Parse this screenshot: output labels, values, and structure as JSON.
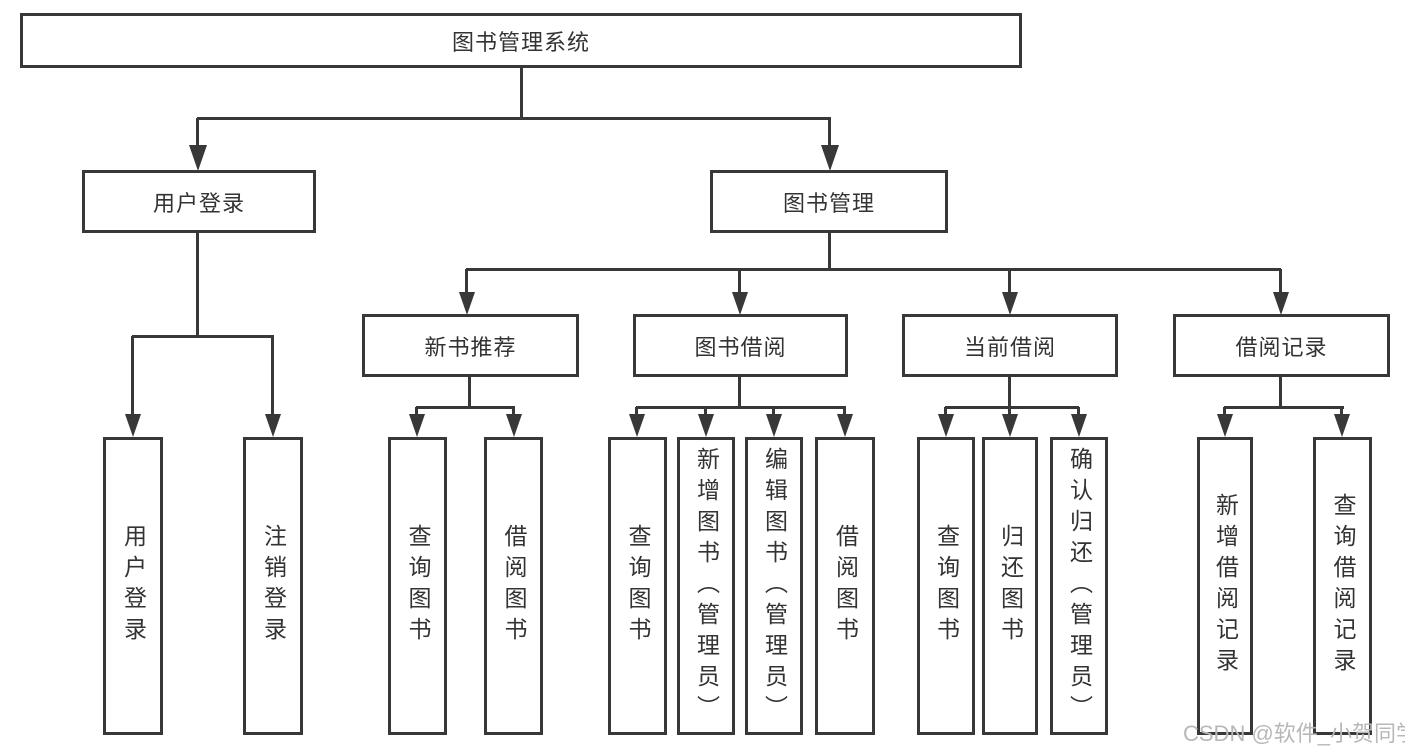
{
  "title": "图书管理系统",
  "tree": {
    "label": "图书管理系统",
    "children": [
      {
        "label": "用户登录",
        "children": [
          {
            "label": "用户登录"
          },
          {
            "label": "注销登录"
          }
        ]
      },
      {
        "label": "图书管理",
        "children": [
          {
            "label": "新书推荐",
            "children": [
              {
                "label": "查询图书"
              },
              {
                "label": "借阅图书"
              }
            ]
          },
          {
            "label": "图书借阅",
            "children": [
              {
                "label": "查询图书"
              },
              {
                "label": "新增图书（管理员）"
              },
              {
                "label": "编辑图书（管理员）"
              },
              {
                "label": "借阅图书"
              }
            ]
          },
          {
            "label": "当前借阅",
            "children": [
              {
                "label": "查询图书"
              },
              {
                "label": "归还图书"
              },
              {
                "label": "确认归还（管理员）"
              }
            ]
          },
          {
            "label": "借阅记录",
            "children": [
              {
                "label": "新增借阅记录"
              },
              {
                "label": "查询借阅记录"
              }
            ]
          }
        ]
      }
    ]
  },
  "watermark": {
    "text": "CSDN @软件_小贺同学"
  },
  "colors": {
    "line": "#383838",
    "text": "#333333",
    "background": "#ffffff",
    "watermark": "#b8b8b8"
  }
}
